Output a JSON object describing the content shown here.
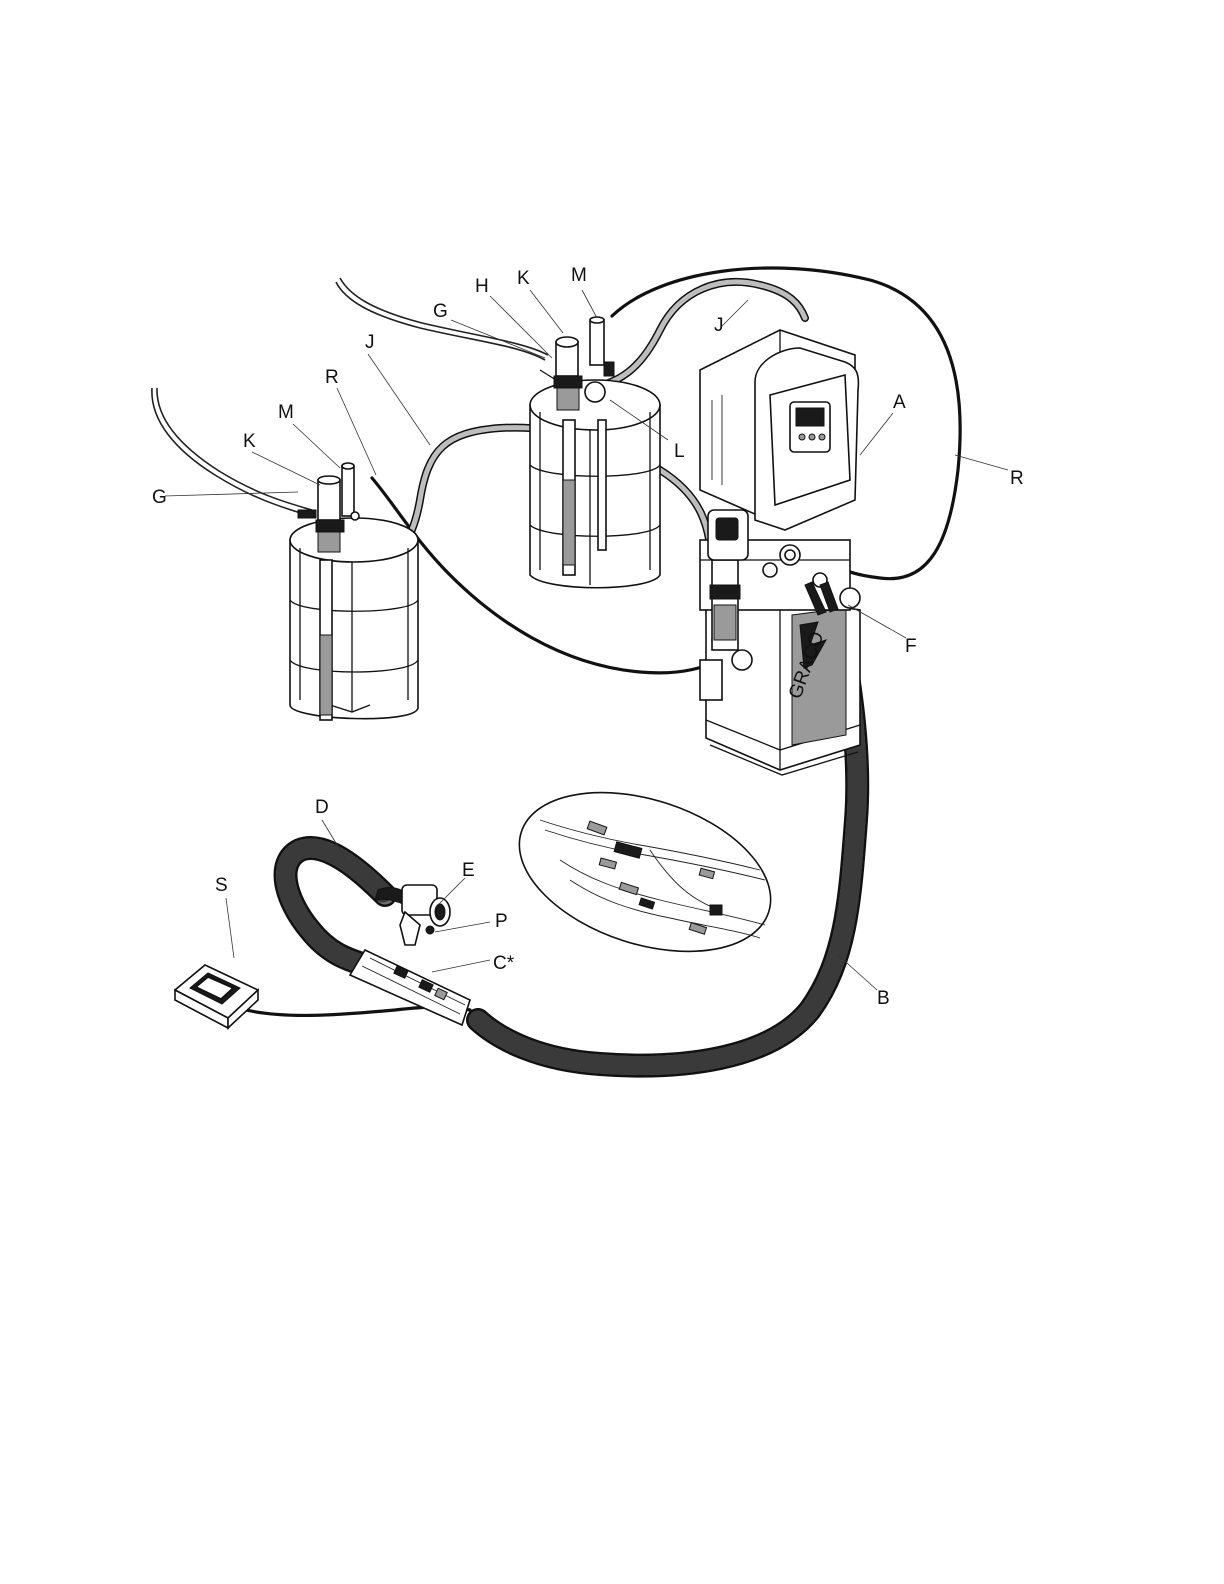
{
  "callouts": [
    {
      "id": "A",
      "text": "A"
    },
    {
      "id": "B",
      "text": "B"
    },
    {
      "id": "C",
      "text": "C*"
    },
    {
      "id": "D",
      "text": "D"
    },
    {
      "id": "E",
      "text": "E"
    },
    {
      "id": "F",
      "text": "F"
    },
    {
      "id": "G1",
      "text": "G"
    },
    {
      "id": "G2",
      "text": "G"
    },
    {
      "id": "H",
      "text": "H"
    },
    {
      "id": "J1",
      "text": "J"
    },
    {
      "id": "J2",
      "text": "J"
    },
    {
      "id": "K1",
      "text": "K"
    },
    {
      "id": "K2",
      "text": "K"
    },
    {
      "id": "L",
      "text": "L"
    },
    {
      "id": "M1",
      "text": "M"
    },
    {
      "id": "M2",
      "text": "M"
    },
    {
      "id": "P",
      "text": "P"
    },
    {
      "id": "R1",
      "text": "R"
    },
    {
      "id": "R2",
      "text": "R"
    },
    {
      "id": "S",
      "text": "S"
    }
  ],
  "proportioner": {
    "brand_mark": "GRACO"
  }
}
